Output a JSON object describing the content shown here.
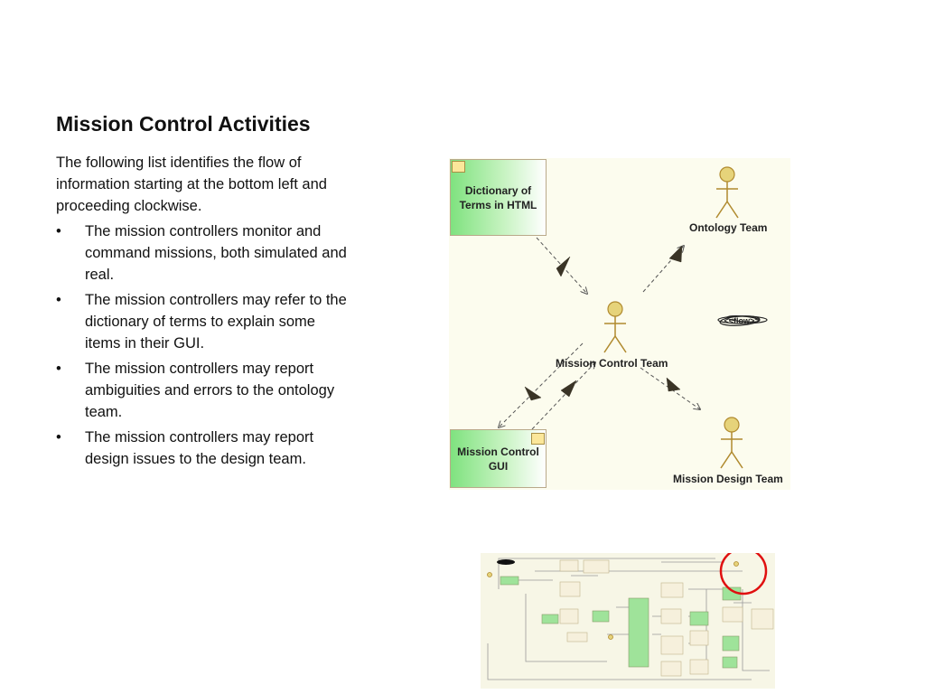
{
  "slide": {
    "title": "Mission Control Activities",
    "intro": "The following list identifies the flow of information starting at the bottom left and proceeding clockwise.",
    "bullets": [
      "The mission controllers monitor and command missions, both simulated and real.",
      "The mission controllers may refer to the dictionary of terms to explain some items in their GUI.",
      "The mission controllers may report ambiguities and errors to the ontology team.",
      "The mission controllers may report design issues to the design team."
    ],
    "bullet_glyph": "•"
  },
  "diagram": {
    "boxes": {
      "dictionary": "Dictionary of Terms in HTML",
      "gui": "Mission Control GUI"
    },
    "actors": {
      "ontology": "Ontology Team",
      "mission_control": "Mission Control Team",
      "design": "Mission Design Team"
    },
    "flow_label": "<<flow>>",
    "colors": {
      "box_green": "#7fe27f",
      "actor_fill": "#e6d37a",
      "actor_stroke": "#b08a2e",
      "arrow": "#3a3426",
      "highlight": "#e01010"
    }
  },
  "overview": {
    "description_visible": false,
    "highlight_color": "#e01010"
  }
}
